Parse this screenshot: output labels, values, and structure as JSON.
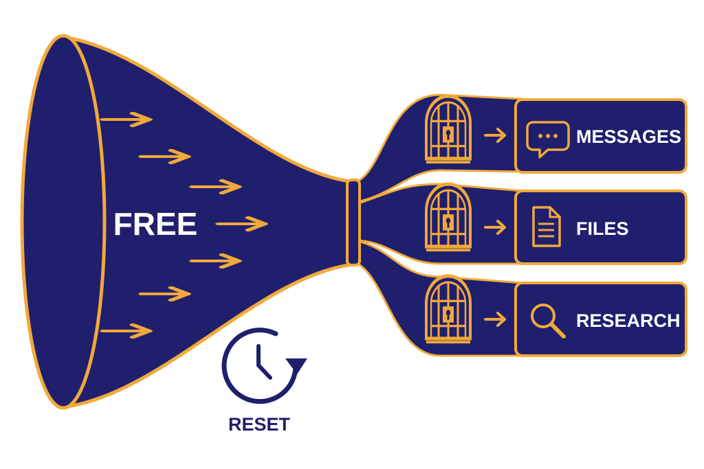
{
  "colors": {
    "navy": "#1f1f6e",
    "gold": "#f2a93b",
    "background": "#ffffff"
  },
  "funnel": {
    "label": "FREE"
  },
  "destinations": [
    {
      "label": "MESSAGES",
      "icon": "chat-bubble-icon",
      "gate_icon": "locked-gate-icon"
    },
    {
      "label": "FILES",
      "icon": "document-icon",
      "gate_icon": "locked-gate-icon"
    },
    {
      "label": "RESEARCH",
      "icon": "magnifier-icon",
      "gate_icon": "locked-gate-icon"
    }
  ],
  "reset": {
    "label": "RESET",
    "icon": "clock-reset-icon"
  }
}
